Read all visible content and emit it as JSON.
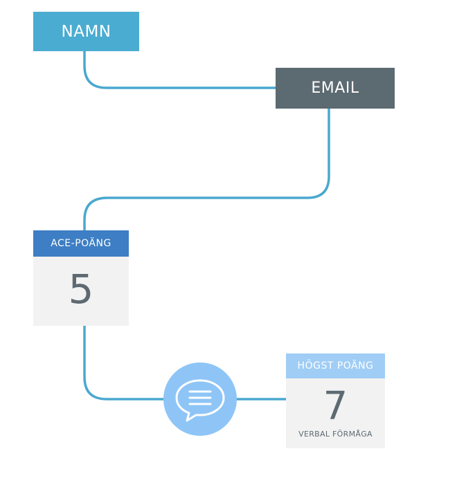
{
  "nodes": {
    "namn": {
      "label": "NAMN"
    },
    "email": {
      "label": "EMAIL"
    }
  },
  "cards": {
    "ace": {
      "header": "ACE-POÄNG",
      "value": "5"
    },
    "hogst": {
      "header": "HÖGST POÄNG",
      "value": "7",
      "subtitle": "VERBAL FÖRMÅGA"
    }
  },
  "icons": {
    "chat": "chat-bubble-icon"
  },
  "colors": {
    "connector": "#4aa8cf",
    "namn": "#4aacd1",
    "email": "#5c6a71",
    "ace_header": "#3d7ec4",
    "hogst_header": "#9fcdf5",
    "chat_bubble": "#8ec5f6",
    "card_body": "#f2f2f2"
  }
}
